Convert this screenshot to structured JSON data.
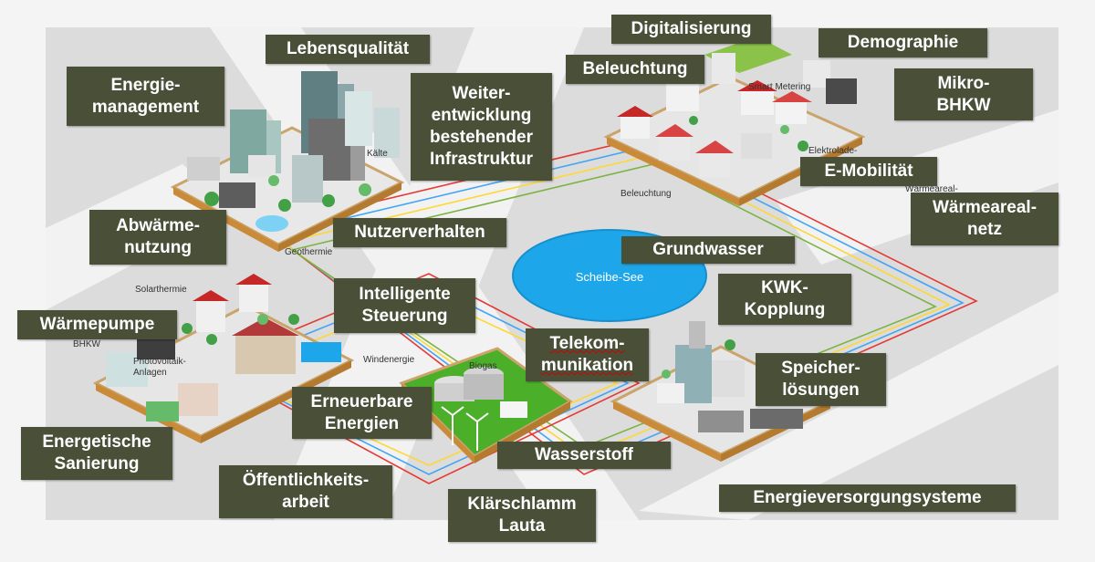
{
  "labels": {
    "lebensqualitaet": "Lebensqualität",
    "energiemanagement": "Energie-\nmanagement",
    "weiterentwicklung": "Weiter-\nentwicklung\nbestehender\nInfrastruktur",
    "abwaermenutzung": "Abwärme-\nnutzung",
    "nutzerverhalten": "Nutzerverhalten",
    "digitalisierung": "Digitalisierung",
    "demographie": "Demographie",
    "beleuchtung": "Beleuchtung",
    "mikro_bhkw": "Mikro-\nBHKW",
    "e_mobilitaet": "E-Mobilität",
    "waermearealnetz": "Wärmeareal-\nnetz",
    "grundwasser": "Grundwasser",
    "intelligente_steuerung": "Intelligente\nSteuerung",
    "waermepumpe": "Wärmepumpe",
    "kwk_kopplung": "KWK-\nKopplung",
    "telekommunikation": "Telekom-\nmunikation",
    "speicherloesungen": "Speicher-\nlösungen",
    "erneuerbare_energien": "Erneuerbare\nEnergien",
    "energetische_sanierung": "Energetische\nSanierung",
    "wasserstoff": "Wasserstoff",
    "oeffentlichkeitsarbeit": "Öffentlichkeits-\narbeit",
    "klaerschlamm": "Klärschlamm\nLauta",
    "energieversorgungsysteme": "Energieversorgungsysteme"
  },
  "scene_labels": {
    "lake": "Scheibe-See",
    "kaelte": "Kälte",
    "geothermie": "Geothermie",
    "smart_metering": "Smart Metering",
    "elektrolade": "Elektrolade-",
    "beleuchtung_small": "Beleuchtung",
    "waermeareal_small": "Wärmeareal-",
    "solarthermie": "Solarthermie",
    "bhkw": "BHKW",
    "photovoltaik": "Photovoltaik-\nAnlagen",
    "windenergie": "Windenergie",
    "biogas": "Biogas"
  },
  "colors": {
    "label_bg": "#4a5038",
    "lake": "#1ea6ea",
    "grass": "#4caf2a",
    "road": "#d7d7d7",
    "pipe_red": "#e53935",
    "pipe_blue": "#42a5f5",
    "pipe_yellow": "#fdd835",
    "pipe_green": "#7cb342"
  }
}
